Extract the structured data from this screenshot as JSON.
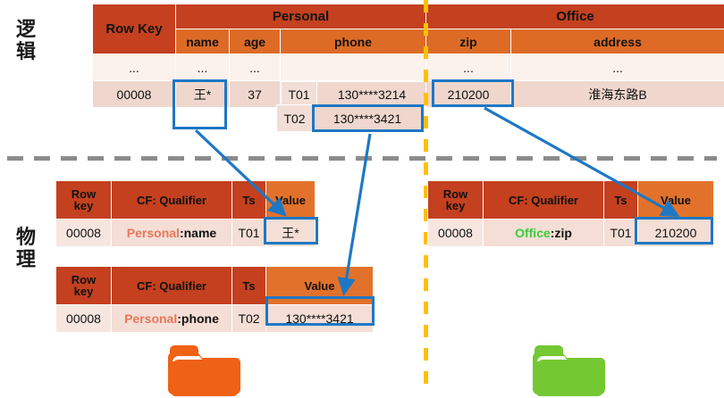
{
  "diagram": {
    "title": "HBase logical vs physical storage view",
    "side_labels": [
      {
        "name": "logical",
        "text": "逻辑",
        "chars": [
          "逻",
          "辑"
        ]
      },
      {
        "name": "physical",
        "text": "物理",
        "chars": [
          "物",
          "理"
        ]
      }
    ],
    "colors": {
      "header_dark": "#C4401F",
      "header_mid": "#DD6B26",
      "header_value": "#E2722B",
      "row_pale": "#FBF1ED",
      "row_pink": "#EFD7CD",
      "highlight_blue": "#1F77C4",
      "divider_gray": "#8C8C8C",
      "divider_yellow": "#FFC000",
      "folder_orange": "#EF6115",
      "folder_green": "#74C832",
      "cf_personal": "#E8765A",
      "cf_office": "#3ACC3A"
    }
  },
  "logical_table": {
    "row_key_header": "Row Key",
    "column_families": [
      {
        "name": "Personal",
        "qualifiers": [
          "name",
          "age",
          "phone"
        ]
      },
      {
        "name": "Office",
        "qualifiers": [
          "zip",
          "address"
        ]
      }
    ],
    "ellipsis": "...",
    "ellipsis_row": {
      "row_key": "...",
      "name": "...",
      "age": "...",
      "phone": "",
      "zip": "...",
      "address": "..."
    },
    "data_row": {
      "row_key": "00008",
      "name": "王*",
      "age": "37",
      "phone": [
        {
          "ts": "T01",
          "value": "130****3214"
        },
        {
          "ts": "T02",
          "value": "130****3421"
        }
      ],
      "zip": "210200",
      "address": "淮海东路B"
    }
  },
  "physical_tables": {
    "headers": {
      "row_key": "Row key",
      "row_key_line1": "Row",
      "row_key_line2": "key",
      "cf_qualifier": "CF: Qualifier",
      "ts": "Ts",
      "value": "Value"
    },
    "rows": [
      {
        "id": "name",
        "row_key": "00008",
        "cf": "Personal",
        "separator": ":",
        "qualifier": "name",
        "ts": "T01",
        "value": "王*",
        "cf_color": "personal"
      },
      {
        "id": "phone",
        "row_key": "00008",
        "cf": "Personal",
        "separator": ":",
        "qualifier": "phone",
        "ts": "T02",
        "value": "130****3421",
        "cf_color": "personal"
      },
      {
        "id": "zip",
        "row_key": "00008",
        "cf": "Office",
        "separator": ":",
        "qualifier": "zip",
        "ts": "T01",
        "value": "210200",
        "cf_color": "office"
      }
    ]
  },
  "folders": [
    {
      "name": "personal-store-folder",
      "color": "#EF6115"
    },
    {
      "name": "office-store-folder",
      "color": "#74C832"
    }
  ]
}
